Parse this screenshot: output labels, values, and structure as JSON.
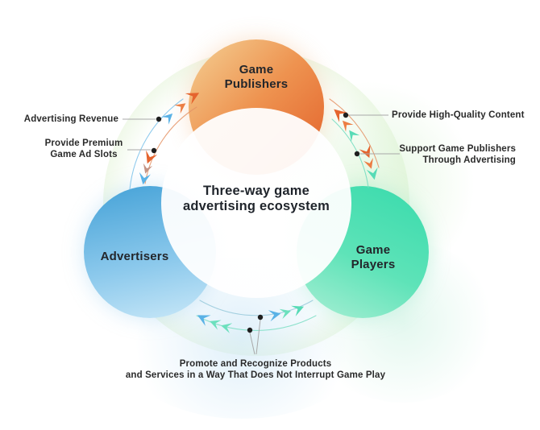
{
  "title": {
    "center": "Three-way game\nadvertising ecosystem"
  },
  "nodes": {
    "publishers": {
      "label": "Game\nPublishers",
      "color": "#e5642e"
    },
    "advertisers": {
      "label": "Advertisers",
      "color": "#55aedd"
    },
    "players": {
      "label": "Game\nPlayers",
      "color": "#44dcb0"
    }
  },
  "flow_labels": {
    "advertising_revenue": "Advertising Revenue",
    "premium_ad_slots": "Provide Premium\nGame Ad Slots",
    "high_quality_content": "Provide High-Quality Content",
    "support_publishers": "Support Game Publishers\nThrough Advertising",
    "promote_products": "Promote and Recognize Products\nand Services in a Way That Does Not Interrupt Game Play"
  },
  "colors": {
    "arrow_orange": "#e5642e",
    "arrow_orange_light": "#ec7e44",
    "arrow_blue": "#5ab2e6",
    "arrow_teal": "#57dbb6",
    "arc_blue": "#7cc2ea",
    "arc_orange": "#e59366",
    "arc_teal": "#74dcc0",
    "connector_line": "#a8a8a8",
    "connector_dot": "#1f1f1f",
    "text_dark": "#23262b"
  }
}
